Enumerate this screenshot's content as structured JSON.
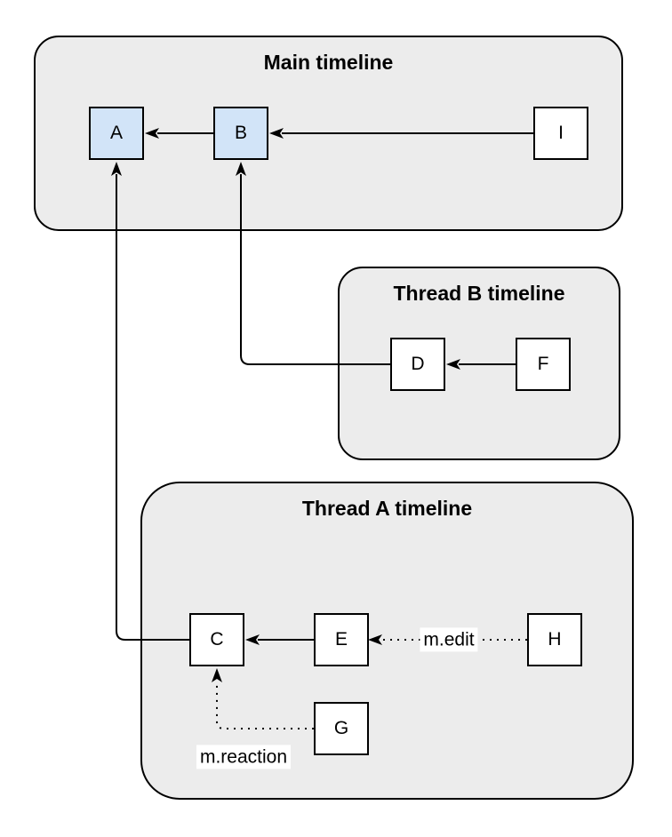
{
  "diagram": {
    "groups": [
      {
        "name": "Main timeline"
      },
      {
        "name": "Thread B timeline"
      },
      {
        "name": "Thread A timeline"
      }
    ],
    "nodes": {
      "a": {
        "label": "A",
        "group": "Main timeline",
        "highlighted": true
      },
      "b": {
        "label": "B",
        "group": "Main timeline",
        "highlighted": true
      },
      "i": {
        "label": "I",
        "group": "Main timeline",
        "highlighted": false
      },
      "d": {
        "label": "D",
        "group": "Thread B timeline",
        "highlighted": false
      },
      "f": {
        "label": "F",
        "group": "Thread B timeline",
        "highlighted": false
      },
      "c": {
        "label": "C",
        "group": "Thread A timeline",
        "highlighted": false
      },
      "e": {
        "label": "E",
        "group": "Thread A timeline",
        "highlighted": false
      },
      "h": {
        "label": "H",
        "group": "Thread A timeline",
        "highlighted": false
      },
      "g": {
        "label": "G",
        "group": "Thread A timeline",
        "highlighted": false
      }
    },
    "edges": [
      {
        "from": "B",
        "to": "A",
        "style": "solid",
        "label": ""
      },
      {
        "from": "I",
        "to": "B",
        "style": "solid",
        "label": ""
      },
      {
        "from": "F",
        "to": "D",
        "style": "solid",
        "label": ""
      },
      {
        "from": "D",
        "to": "B",
        "style": "solid",
        "label": ""
      },
      {
        "from": "E",
        "to": "C",
        "style": "solid",
        "label": ""
      },
      {
        "from": "H",
        "to": "E",
        "style": "dotted",
        "label": "m.edit"
      },
      {
        "from": "G",
        "to": "C",
        "style": "dotted",
        "label": "m.reaction"
      },
      {
        "from": "C",
        "to": "A",
        "style": "solid",
        "label": ""
      }
    ],
    "colors": {
      "group_fill": "#ececec",
      "node_fill": "#ffffff",
      "node_highlight_fill": "#d2e4f8",
      "stroke": "#000000",
      "background": "#ffffff"
    }
  }
}
